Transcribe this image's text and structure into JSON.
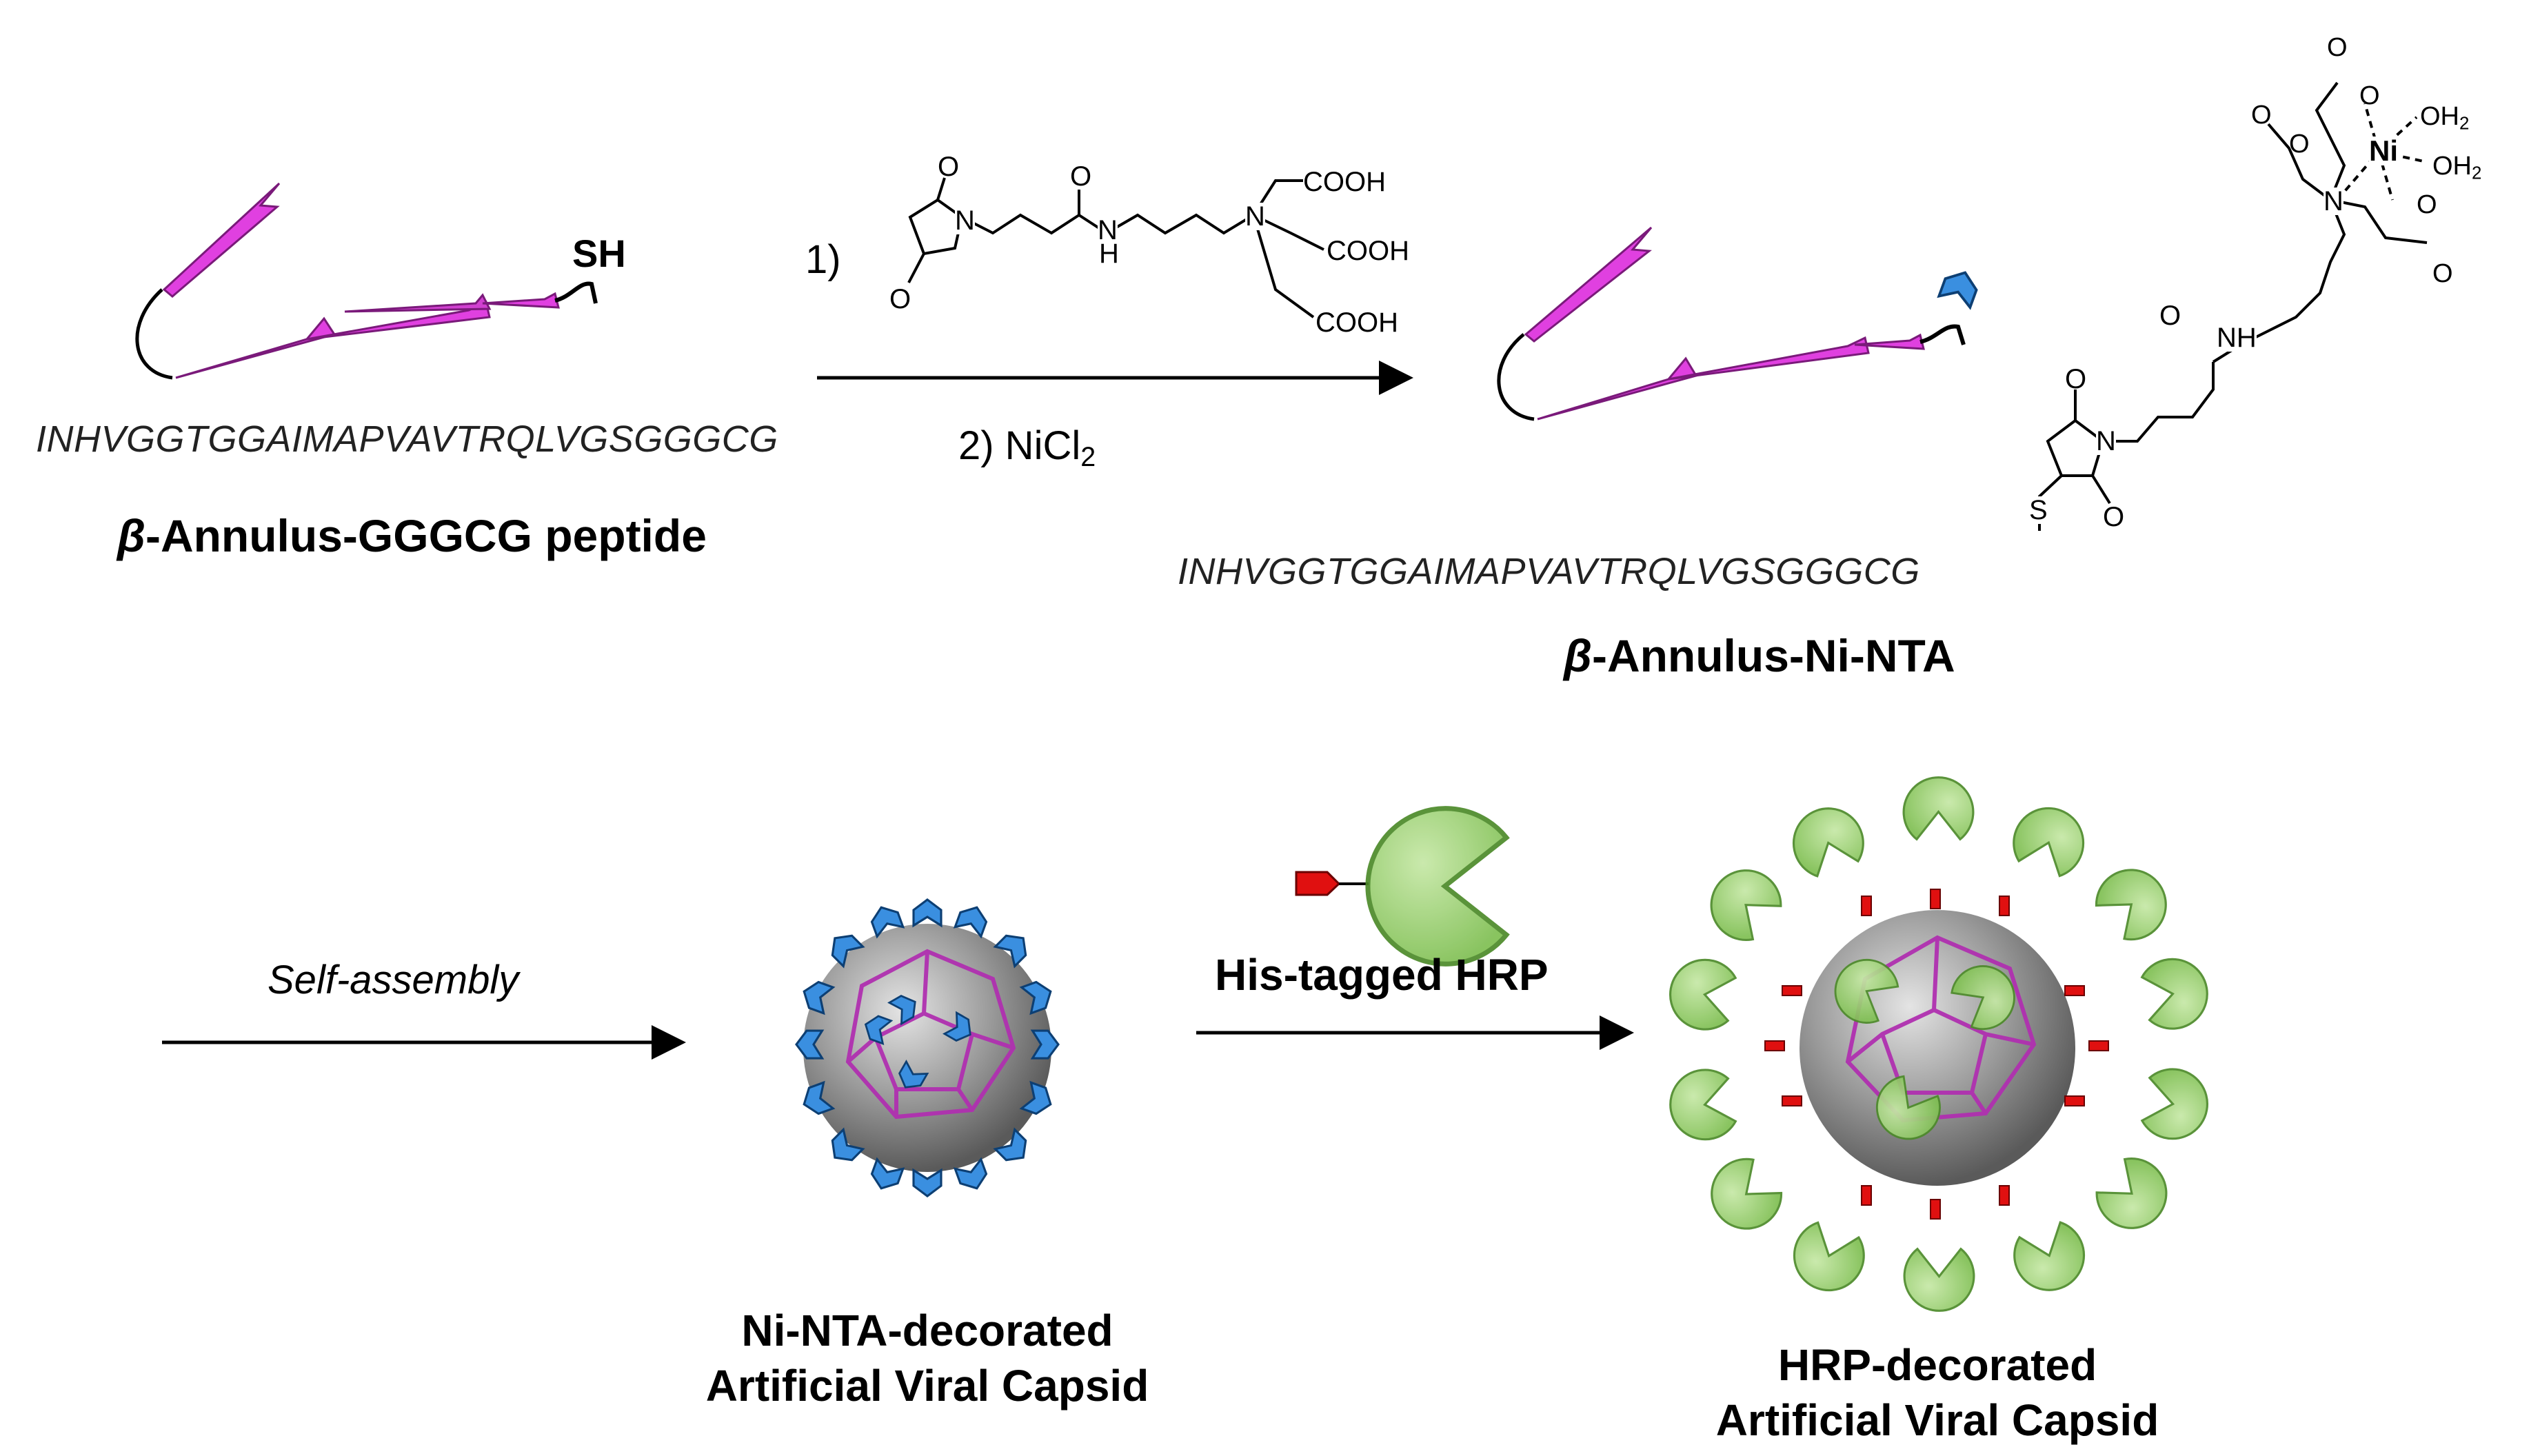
{
  "top": {
    "peptide": {
      "sequence": "INHVGGTGGAIMAPVAVTRQLVGSGGGCG",
      "label_greek": "β",
      "label_rest": "-Annulus-GGGCG peptide",
      "thiol": "SH"
    },
    "reaction": {
      "step1": "1)",
      "step2_prefix": "2)  NiCl",
      "step2_sub": "2",
      "linker_atoms": {
        "o1": "O",
        "o2": "O",
        "n_mal": "N",
        "o_amide": "O",
        "n_amide": "N",
        "h_amide": "H",
        "n_amine": "N",
        "cooh1": "COOH",
        "cooh2": "COOH",
        "cooh3": "COOH"
      }
    },
    "product": {
      "sequence": "INHVGGTGGAIMAPVAVTRQLVGSGGGCG",
      "label_greek": "β",
      "label_rest": "-Annulus-Ni-NTA",
      "atoms": {
        "ni": "Ni",
        "oh2_a": "OH",
        "oh2_b": "OH",
        "sub2": "2",
        "n_nta": "N",
        "nh": "NH",
        "o_amide": "O",
        "n_succ": "N",
        "o_succ1": "O",
        "o_succ2": "O",
        "s": "S",
        "o_a": "O",
        "o_b": "O",
        "o_c": "O",
        "o_d": "O",
        "o_e": "O",
        "o_f": "O"
      }
    }
  },
  "bottom": {
    "self_assembly": "Self-assembly",
    "his_tag": "His-tagged HRP",
    "capsid1": {
      "line1": "Ni-NTA-decorated",
      "line2": "Artificial Viral Capsid"
    },
    "capsid2": {
      "line1": "HRP-decorated",
      "line2": "Artificial Viral Capsid"
    }
  },
  "colors": {
    "peptide": "#e040e0",
    "peptide_edge": "#7a1a7a",
    "nta_tag": "#3a8fe0",
    "his_tag": "#e01010",
    "hrp": "#8ccb5e",
    "hrp_edge": "#4d8a2a",
    "capsid_shell": "#909090",
    "capsid_frame": "#b030b0"
  }
}
